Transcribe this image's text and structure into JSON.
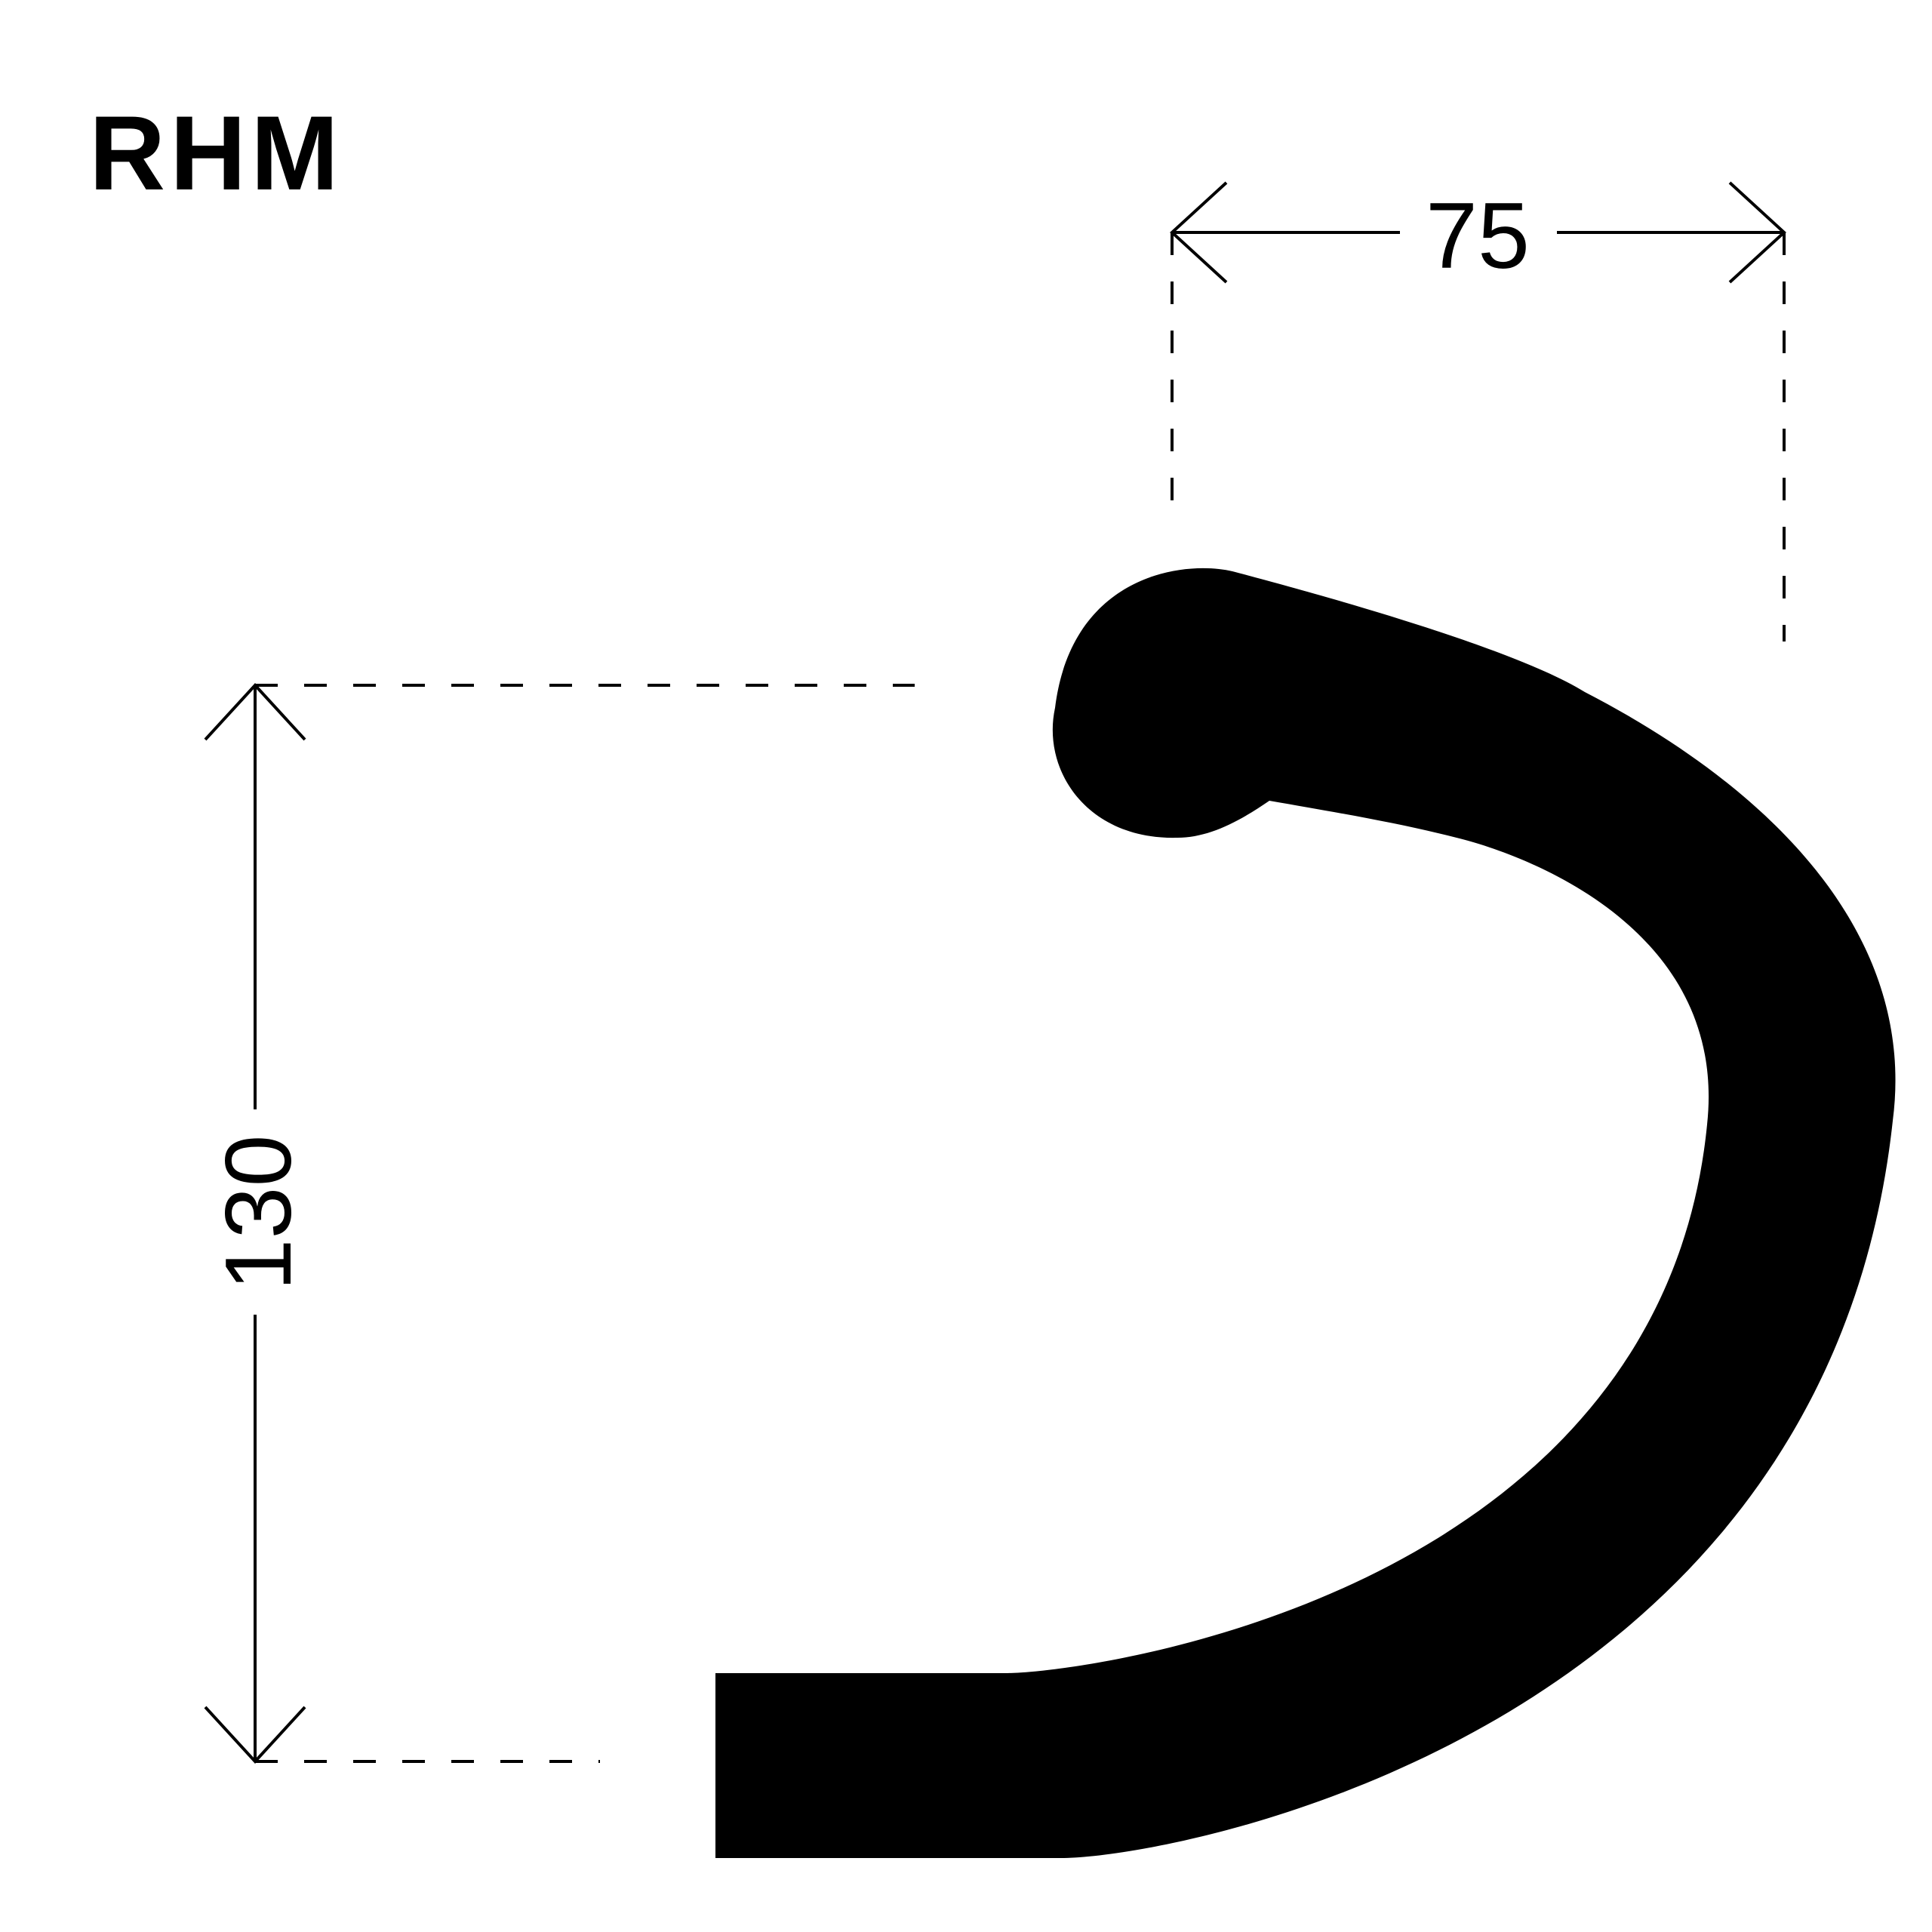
{
  "logo": {
    "text": "RHM"
  },
  "dimensions": {
    "reach": {
      "value": "75"
    },
    "drop": {
      "value": "130"
    }
  },
  "colors": {
    "shape": "#000000",
    "background": "#ffffff",
    "lines": "#000000"
  }
}
